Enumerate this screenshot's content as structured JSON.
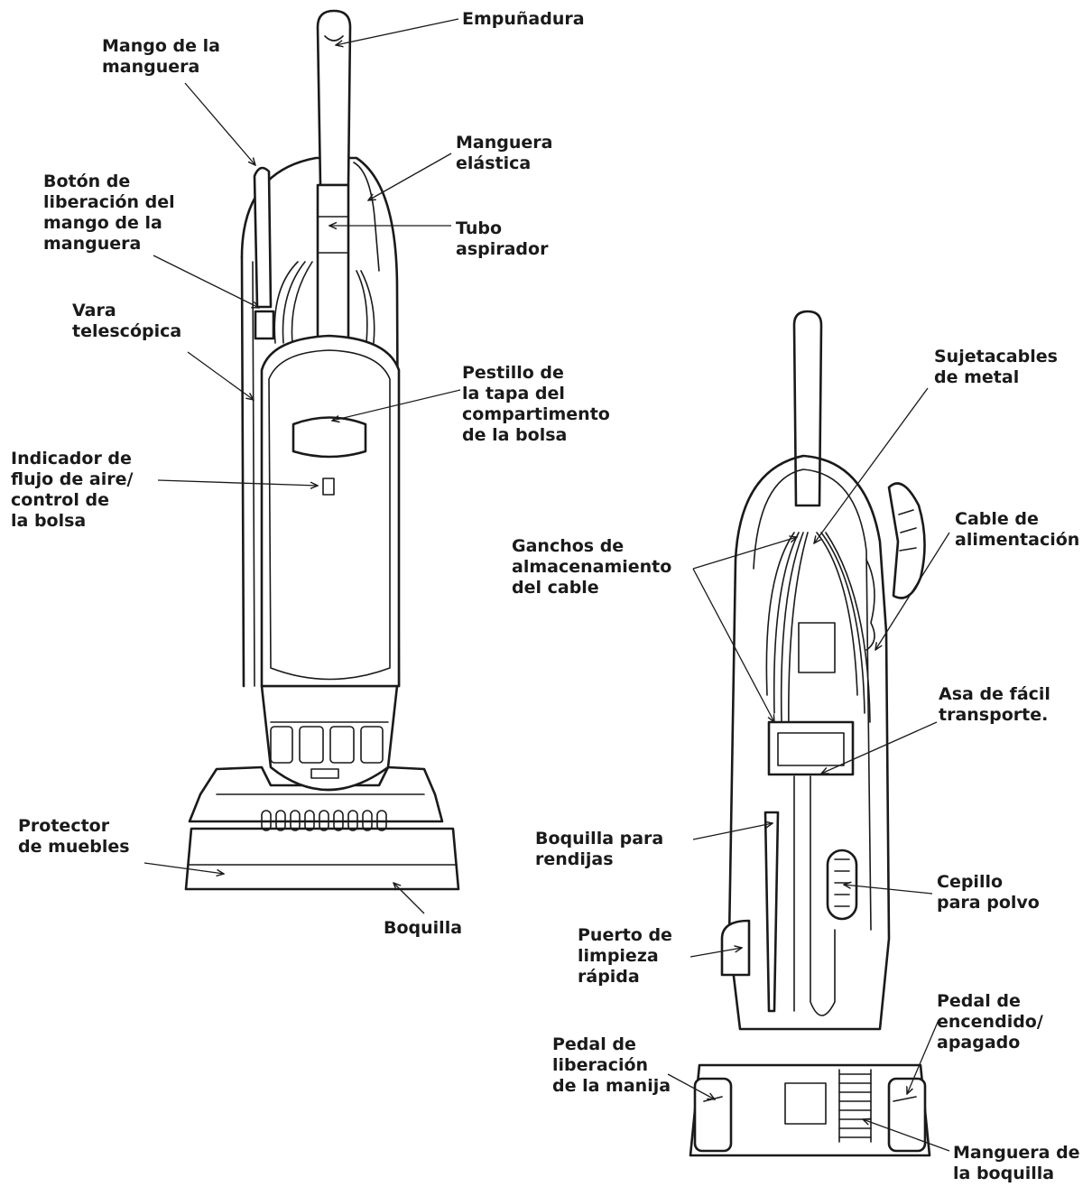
{
  "labels": {
    "empunadura": "Empuñadura",
    "mango_manguera": "Mango de la\nmanguera",
    "manguera_elastica": "Manguera\nelástica",
    "boton_liberacion": "Botón de\nliberación del\nmango de la\nmanguera",
    "tubo_aspirador": "Tubo\naspirador",
    "vara_telescopica": "Vara\ntelescópica",
    "pestillo": "Pestillo de\nla tapa del\ncompartimento\nde la bolsa",
    "indicador": "Indicador de\nflujo de aire/\ncontrol de\nla bolsa",
    "protector": "Protector\nde muebles",
    "boquilla": "Boquilla",
    "sujetacables": "Sujetacables\nde metal",
    "cable_alimentacion": "Cable de\nalimentación",
    "ganchos": "Ganchos de\nalmacenamiento\ndel cable",
    "asa": "Asa de fácil\ntransporte.",
    "boquilla_rendijas": "Boquilla para\nrendijas",
    "cepillo": "Cepillo\npara polvo",
    "puerto": "Puerto de\nlimpieza\nrápida",
    "pedal_encendido": "Pedal de\nencendido/\napagado",
    "pedal_liberacion": "Pedal de\nliberación\nde la manija",
    "manguera_boquilla": "Manguera de\nla boquilla"
  },
  "colors": {
    "ink": "#1a1a1a",
    "paper": "#ffffff"
  }
}
